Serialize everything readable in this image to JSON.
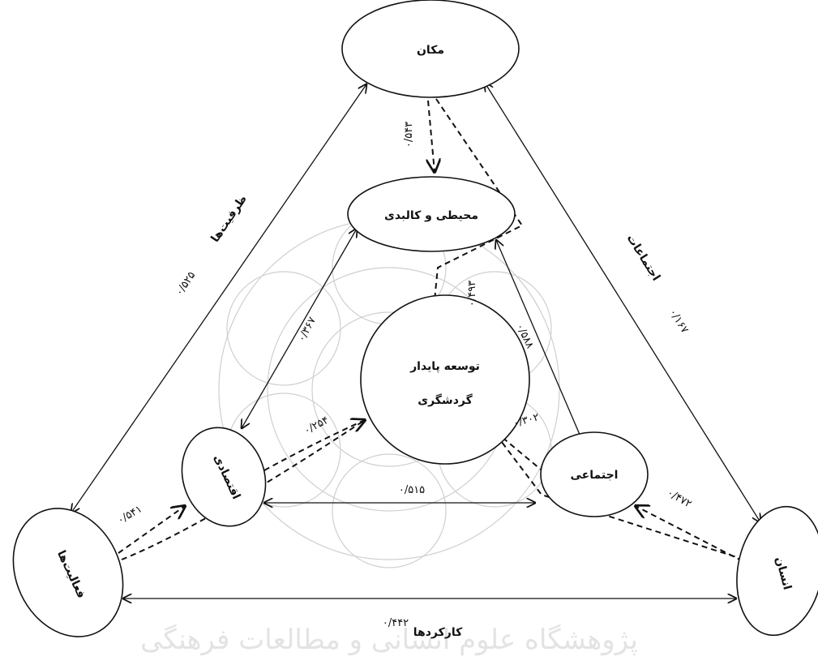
{
  "nodes": {
    "makan": "مکان",
    "mohiti": "محیطی و کالبدی",
    "tosee_line1": "توسعه پایدار",
    "tosee_line2": "گردشگری",
    "eghtesadi": "اقتصادی",
    "ejtemai": "اجتماعی",
    "faaliatha": "فعالیت‌ها",
    "ensan": "انسان"
  },
  "edge_labels": {
    "zarfiatha": "ظرفیت‌ها",
    "ejtemaat": "اجتماعات",
    "karkardha": "کارکردها"
  },
  "coefficients": {
    "makan_mohiti": "۰/۵۴۳",
    "mohiti_tosee": "۰/۴۹۳",
    "mohiti_eghtesadi": "۰/۳۶۷",
    "mohiti_ejtemai": "۰/۵۸۸",
    "eghtesadi_tosee": "۰/۲۵۴",
    "ejtemai_tosee": "۰/۳۰۲",
    "faaliatha_eghtesadi": "۰/۵۴۱",
    "eghtesadi_ejtemai": "۰/۵۱۵",
    "ensan_ejtemai": "۰/۴۷۲",
    "makan_faaliatha": "۰/۵۲۵",
    "makan_ensan": "۰/۱۶۷",
    "faaliatha_ensan": "۰/۴۴۲"
  },
  "watermark": "پژوهشگاه علوم انسانی و مطالعات فرهنگی"
}
